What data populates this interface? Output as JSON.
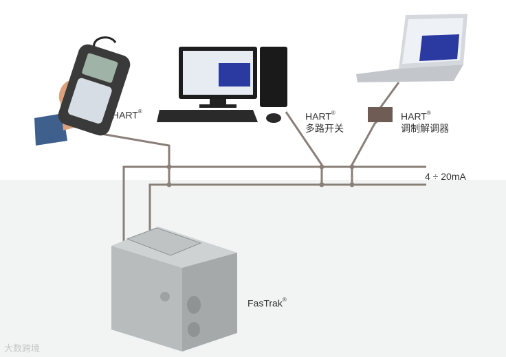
{
  "colors": {
    "wire": "#8a7f78",
    "bg_top": "#ffffff",
    "bg_bottom": "#f2f4f3",
    "modem_box": "#6f5d55"
  },
  "labels": {
    "handheld_name": "HART",
    "multiplexer_name": "HART",
    "multiplexer_cn": "多路开关",
    "modem_name": "HART",
    "modem_cn": "调制解调器",
    "loop_current": "4 ÷ 20mA",
    "device_name": "FasTrak",
    "registered": "®"
  },
  "watermark": "大数跨境",
  "icons": {
    "handheld": "hart-communicator-icon",
    "desktop": "desktop-computer-icon",
    "laptop": "laptop-computer-icon",
    "modem": "modem-box-icon",
    "device": "fastrak-positioner-icon"
  }
}
